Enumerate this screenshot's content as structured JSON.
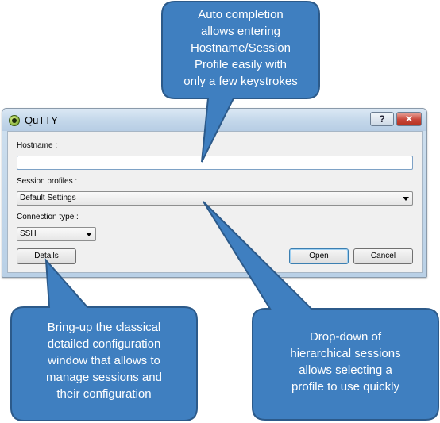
{
  "window": {
    "title": "QuTTY",
    "help_label": "?",
    "close_label": "✕"
  },
  "form": {
    "hostname_label": "Hostname :",
    "hostname_value": "",
    "session_profiles_label": "Session profiles :",
    "session_profile_selected": "Default Settings",
    "connection_type_label": "Connection type :",
    "connection_type_selected": "SSH"
  },
  "buttons": {
    "details": "Details",
    "open": "Open",
    "cancel": "Cancel"
  },
  "callouts": {
    "autocomplete": [
      "Auto completion",
      "allows entering",
      "Hostname/Session",
      "Profile easily with",
      "only a few keystrokes"
    ],
    "details": [
      "Bring-up the classical",
      "detailed configuration",
      "window that allows to",
      "manage sessions and",
      "their configuration"
    ],
    "dropdown": [
      "Drop-down of",
      "hierarchical sessions",
      "allows selecting a",
      "profile to use quickly"
    ]
  },
  "colors": {
    "callout_fill": "#3f7fc0",
    "callout_border": "#2c5a8a"
  }
}
